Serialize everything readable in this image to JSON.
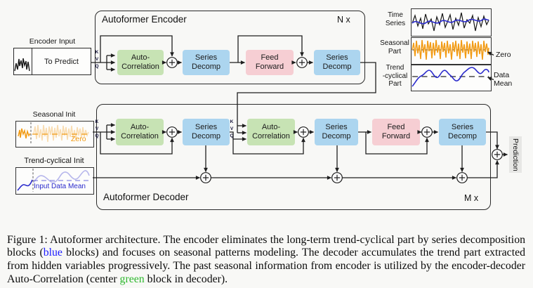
{
  "colors": {
    "page_bg": "#f8f8f6",
    "wire": "#1f1f1f",
    "block_green": "#c7e3b4",
    "block_blue": "#acd5ef",
    "block_pink": "#f6ced3",
    "prediction_bg": "#e7e7e5",
    "seasonal_orange": "#f29b14",
    "trend_blue": "#2b2bcc",
    "caption_blue": "#1a1aff",
    "caption_green": "#2eb82e"
  },
  "encoder": {
    "title": "Autoformer Encoder",
    "repeat": "N x",
    "blocks": [
      {
        "label": "Auto-Correlation"
      },
      {
        "label": "Series Decomp"
      },
      {
        "label": "Feed Forward"
      },
      {
        "label": "Series Decomp"
      }
    ]
  },
  "decoder": {
    "title": "Autoformer Decoder",
    "repeat": "M x",
    "blocks": [
      {
        "label": "Auto-Correlation"
      },
      {
        "label": "Series Decomp"
      },
      {
        "label": "Auto-Correlation"
      },
      {
        "label": "Series Decomp"
      },
      {
        "label": "Feed Forward"
      },
      {
        "label": "Series Decomp"
      }
    ]
  },
  "kvq": [
    "K",
    "V",
    "Q"
  ],
  "encoder_input": {
    "label": "Encoder Input",
    "value": "To Predict"
  },
  "seasonal_init": {
    "label": "Seasonal Init",
    "annotation": "Zero"
  },
  "trend_init": {
    "label": "Trend-cyclical Init",
    "annotation": "Input Data Mean"
  },
  "decomposition_legend": {
    "time_series": "Time\nSeries",
    "seasonal_part": "Seasonal\nPart",
    "trend_part": "Trend\n-cyclical\nPart",
    "zero": "Zero",
    "data_mean": "Data\nMean"
  },
  "prediction": {
    "label": "Prediction"
  },
  "caption": {
    "prefix": "Figure 1: Autoformer architecture. The encoder eliminates the long-term trend-cyclical part by series decomposition blocks (",
    "blue_word": "blue",
    "middle": " blocks) and focuses on seasonal patterns modeling. The decoder accumulates the trend part extracted from hidden variables progressively. The past seasonal information from encoder is utilized by the encoder-decoder Auto-Correlation (center ",
    "green_word": "green",
    "suffix": " block in decoder)."
  }
}
